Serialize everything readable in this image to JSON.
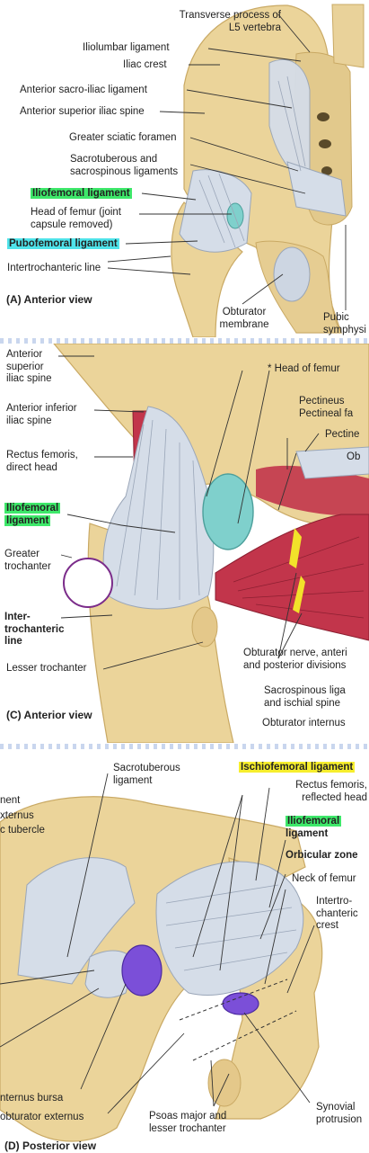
{
  "colors": {
    "bone": "#ebd49a",
    "bone_dark": "#c9a964",
    "ligament": "#d5dde8",
    "ligament_line": "#9aa6b8",
    "cartilage": "#7fd0cc",
    "muscle": "#c2354b",
    "nerve": "#f2e22a",
    "bursa": "#7b4fd8",
    "highlight_green": "#3ee86a",
    "highlight_cyan": "#4fe3ea",
    "highlight_yellow": "#f6ee2d"
  },
  "panel_a": {
    "caption": "(A) Anterior view",
    "labels": {
      "transverse_process": "Transverse process of",
      "transverse_process_2": "L5 vertebra",
      "iliolumbar": "Iliolumbar ligament",
      "iliac_crest": "Iliac crest",
      "ant_sacroiliac": "Anterior sacro-iliac ligament",
      "asis": "Anterior superior iliac spine",
      "greater_sciatic": "Greater sciatic foramen",
      "sacrotuberous": "Sacrotuberous and",
      "sacrotuberous_2": "sacrospinous ligaments",
      "iliofemoral": "Iliofemoral ligament",
      "head_femur": "Head of femur (joint",
      "head_femur_2": "capsule removed)",
      "pubofemoral": "Pubofemoral ligament",
      "intertrochanteric": "Intertrochanteric line",
      "obturator_membrane": "Obturator",
      "obturator_membrane_2": "membrane",
      "pubic_symphysis": "Pubic",
      "pubic_symphysis_2": "symphysi"
    }
  },
  "panel_c": {
    "caption": "(C) Anterior view",
    "labels": {
      "asis": "Anterior",
      "asis_2": "superior",
      "asis_3": "iliac spine",
      "aiis": "Anterior inferior",
      "aiis_2": "iliac spine",
      "rectus": "Rectus femoris,",
      "rectus_2": "direct head",
      "iliofemoral": "Iliofemoral",
      "iliofemoral_2": "ligament",
      "greater_troch": "Greater",
      "greater_troch_2": "trochanter",
      "intertroch": "Inter-",
      "intertroch_2": "trochanteric",
      "intertroch_3": "line",
      "lesser_troch": "Lesser trochanter",
      "head_femur": "* Head of femur",
      "pectineus": "Pectineus",
      "pectineal": "Pectineal fa",
      "pectine": "Pectine",
      "ob": "Ob",
      "obt_nerve": "Obturator nerve, anteri",
      "obt_nerve_2": "and posterior divisions",
      "sacrospinous": "Sacrospinous liga",
      "sacrospinous_2": "and ischial spine",
      "obt_internus": "Obturator internus"
    }
  },
  "panel_d": {
    "caption": "(D) Posterior view",
    "labels": {
      "left_1": "nent",
      "left_2": "xternus",
      "left_3": "c tubercle",
      "sacrotuberous": "Sacrotuberous",
      "sacrotuberous_2": "ligament",
      "ischiofemoral": "Ischiofemoral ligament",
      "rectus": "Rectus femoris,",
      "rectus_2": "reflected head",
      "iliofemoral": "Iliofemoral",
      "iliofemoral_2": "ligament",
      "orbicular": "Orbicular zone",
      "neck_femur": "Neck of femur",
      "intertroch_crest": "Intertro-",
      "intertroch_crest_2": "chanteric",
      "intertroch_crest_3": "crest",
      "internus_bursa": "nternus bursa",
      "obt_externus": "obturator externus",
      "psoas": "Psoas major and",
      "psoas_2": "lesser trochanter",
      "synovial": "Synovial",
      "synovial_2": "protrusion"
    }
  }
}
